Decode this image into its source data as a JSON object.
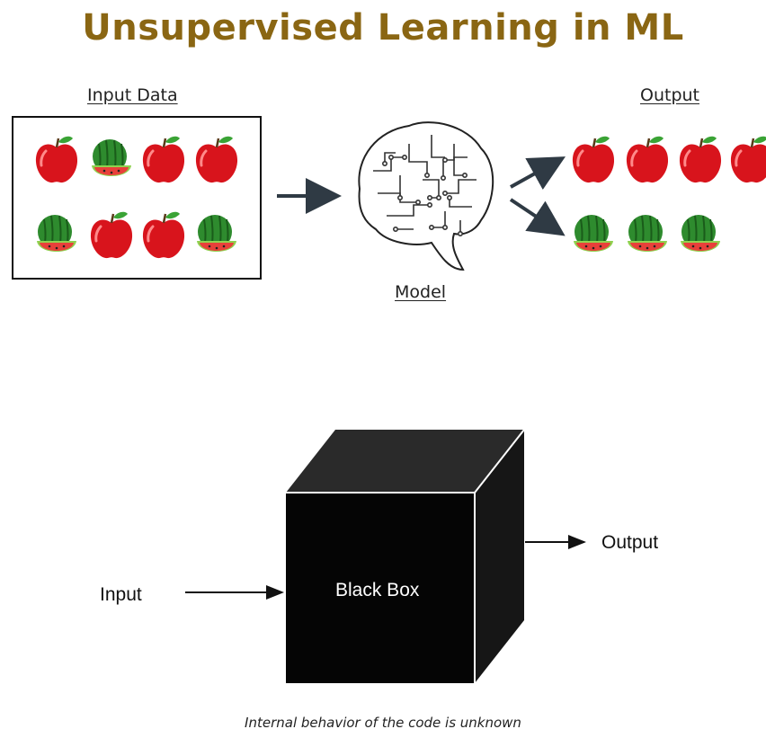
{
  "title": "Unsupervised Learning in ML",
  "top": {
    "input_label": "Input Data",
    "model_label": "Model",
    "output_label": "Output",
    "input_items": [
      "apple-icon",
      "watermelon-icon",
      "apple-icon",
      "apple-icon",
      "watermelon-icon",
      "apple-icon",
      "apple-icon",
      "watermelon-icon"
    ],
    "output_apples": 4,
    "output_watermelons": 3
  },
  "blackbox": {
    "input_label": "Input",
    "box_label": "Black Box",
    "output_label": "Output",
    "caption": "Internal behavior of the code is unknown"
  },
  "colors": {
    "title": "#8a6613",
    "apple": "#d8141c",
    "watermelon_rind": "#2e8b2e",
    "watermelon_flesh": "#e8403a",
    "arrow": "#2f3a44"
  }
}
